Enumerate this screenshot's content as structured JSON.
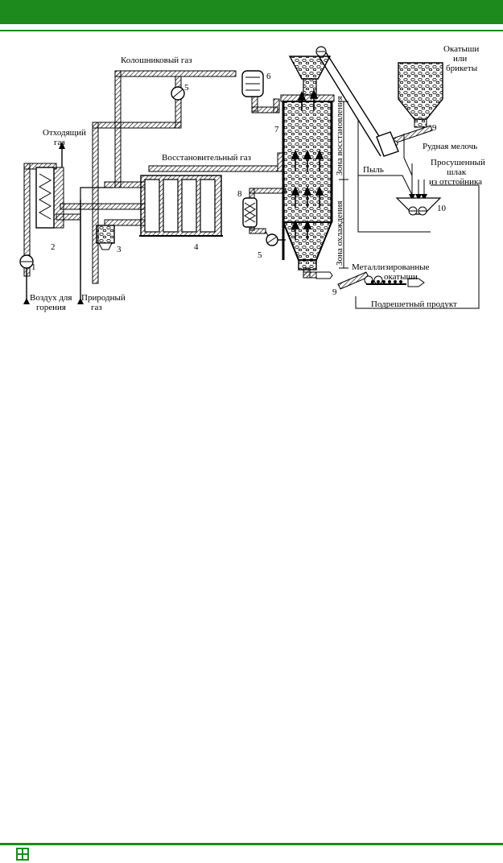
{
  "colors": {
    "accent": "#1d8a1d",
    "ink": "#000000",
    "background": "#ffffff"
  },
  "labels": {
    "top_gas": "Колошниковый газ",
    "flue_gas_1": "Отходящий",
    "flue_gas_2": "газ",
    "reducing_gas": "Восстановительный газ",
    "air_1": "Воздух для",
    "air_2": "горения",
    "natural_gas_1": "Природный",
    "natural_gas_2": "газ",
    "pellets_1": "Окатыши",
    "pellets_2": "или",
    "pellets_3": "брикеты",
    "ore_fines": "Рудная мелочь",
    "dust": "Пыль",
    "slag_1": "Просушенный",
    "slag_2": "шлак",
    "slag_3": "из отстойника",
    "metallized_1": "Металлизированные",
    "metallized_2": "окатыши",
    "undersize": "Подрешетный продукт",
    "reduction_zone": "Зона восстановления",
    "cooling_zone": "Зона охлаждения"
  },
  "numbers": {
    "n1": "1",
    "n2": "2",
    "n3": "3",
    "n4": "4",
    "n5a": "5",
    "n5b": "5",
    "n6": "6",
    "n7": "7",
    "n8": "8",
    "n9a": "9",
    "n9b": "9",
    "n10": "10"
  },
  "footer": {
    "logo_icon": "recycle-logo-icon"
  }
}
